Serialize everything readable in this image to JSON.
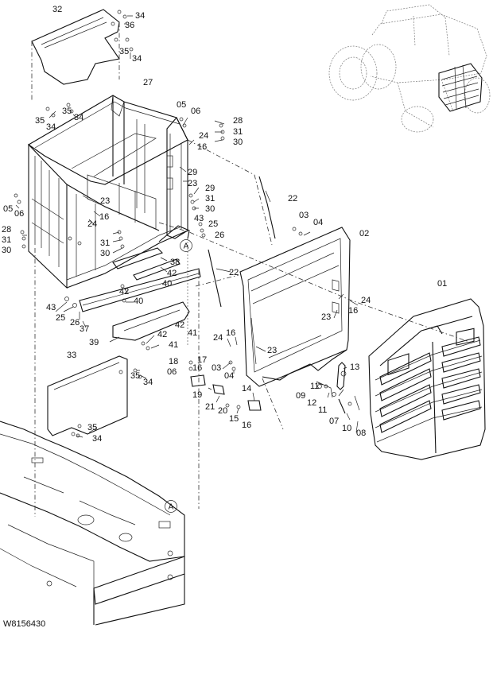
{
  "caption": "W8156430",
  "ref_mark": "A",
  "callouts": {
    "c01": "01",
    "c02": "02",
    "c03a": "03",
    "c04a": "04",
    "c03b": "03",
    "c04b": "04",
    "c05a": "05",
    "c06a": "06",
    "c05b": "05",
    "c06b": "06",
    "c06c": "06",
    "c07": "07",
    "c08": "08",
    "c09": "09",
    "c10": "10",
    "c11a": "11",
    "c11b": "11",
    "c12": "12",
    "c13": "13",
    "c14": "14",
    "c15": "15",
    "c16a": "16",
    "c16b": "16",
    "c16c": "16",
    "c16d": "16",
    "c16e": "16",
    "c17": "17",
    "c18": "18",
    "c19": "19",
    "c20": "20",
    "c21": "21",
    "c22a": "22",
    "c22b": "22",
    "c23a": "23",
    "c23b": "23",
    "c23c": "23",
    "c23d": "23",
    "c24a": "24",
    "c24b": "24",
    "c24c": "24",
    "c24d": "24",
    "c25a": "25",
    "c25b": "25",
    "c26a": "26",
    "c26b": "26",
    "c27": "27",
    "c28a": "28",
    "c28b": "28",
    "c29a": "29",
    "c29b": "29",
    "c30a": "30",
    "c30b": "30",
    "c30c": "30",
    "c31a": "31",
    "c31b": "31",
    "c31c": "31",
    "c32": "32",
    "c33": "33",
    "c34a": "34",
    "c34b": "34",
    "c34c": "34",
    "c34d": "34",
    "c34e": "34",
    "c34f": "34",
    "c35a": "35",
    "c35b": "35",
    "c35c": "35",
    "c35d": "35",
    "c35e": "35",
    "c36": "36",
    "c37": "37",
    "c38": "38",
    "c39": "39",
    "c40a": "40",
    "c40b": "40",
    "c41a": "41",
    "c41b": "41",
    "c42a": "42",
    "c42b": "42",
    "c42c": "42",
    "c42d": "42",
    "c43a": "43",
    "c43b": "43"
  }
}
